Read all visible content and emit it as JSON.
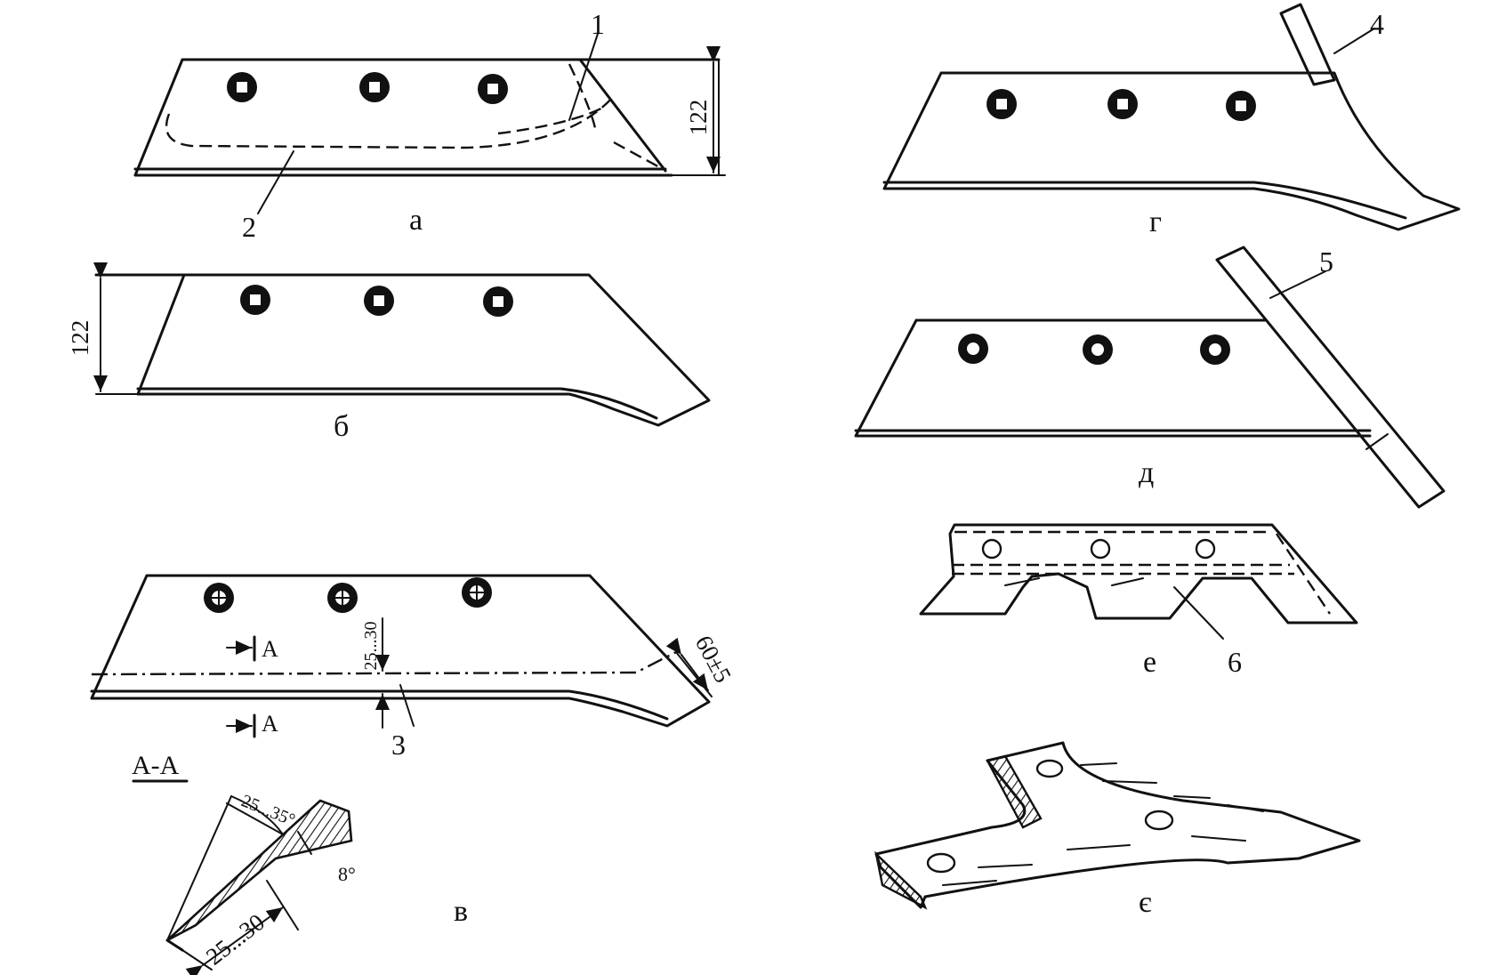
{
  "figures": {
    "a": {
      "label": "а",
      "dimension": "122",
      "callouts": [
        "1",
        "2"
      ]
    },
    "b": {
      "label": "б",
      "dimension": "122"
    },
    "v": {
      "label": "в",
      "callout": "3",
      "section_mark_top": "А",
      "section_mark_bottom": "А",
      "dimension_band": "25...30",
      "dimension_tip": "60±5",
      "section_title": "А-А",
      "section_angle": "25...35°",
      "section_edge_angle": "8°",
      "section_width": "25...30"
    },
    "g": {
      "label": "г",
      "callout": "4"
    },
    "d": {
      "label": "д",
      "callout": "5"
    },
    "e": {
      "label": "е",
      "callout": "6"
    },
    "ye": {
      "label": "є"
    }
  }
}
